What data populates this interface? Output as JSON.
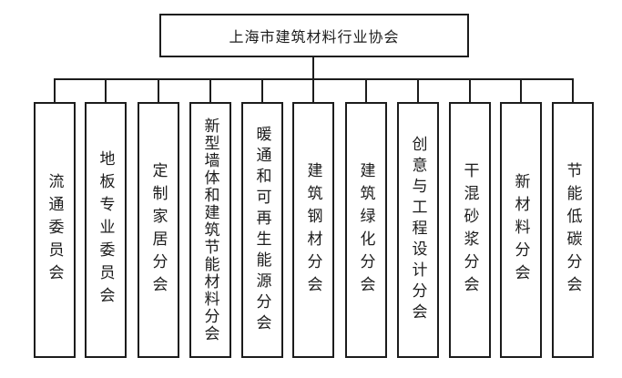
{
  "root": {
    "label": "上海市建筑材料行业协会"
  },
  "branches": [
    {
      "label": "流通委员会"
    },
    {
      "label": "地板专业委员会"
    },
    {
      "label": "定制家居分会"
    },
    {
      "label": "新型墙体和建筑节能材料分会"
    },
    {
      "label": "暖通和可再生能源分会"
    },
    {
      "label": "建筑钢材分会"
    },
    {
      "label": "建筑绿化分会"
    },
    {
      "label": "创意与工程设计分会"
    },
    {
      "label": "干混砂浆分会"
    },
    {
      "label": "新材料分会"
    },
    {
      "label": "节能低碳分会"
    }
  ],
  "colors": {
    "line": "#1c1c1c",
    "text": "#1c1c1c",
    "background": "#ffffff"
  }
}
